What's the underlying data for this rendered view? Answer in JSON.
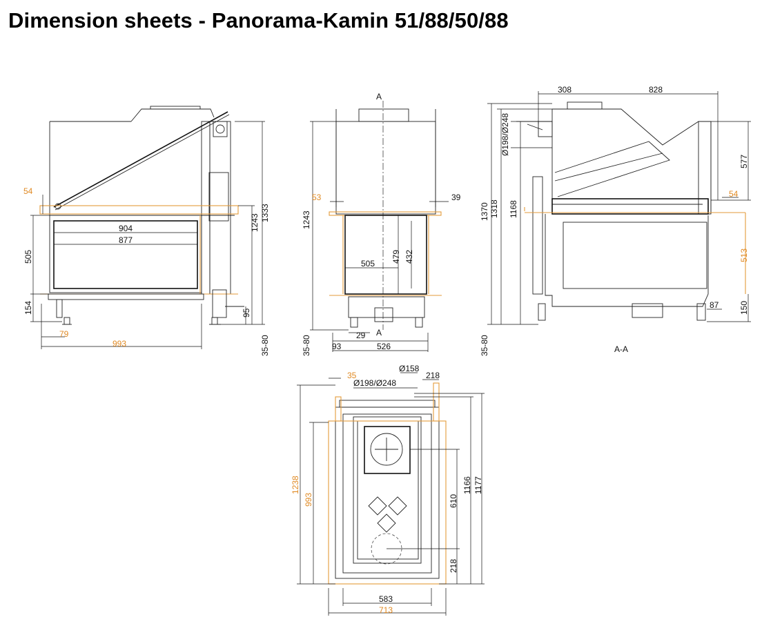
{
  "title": "Dimension sheets - Panorama-Kamin 51/88/50/88",
  "colors": {
    "dimension_line": "#111111",
    "installation_dimension": "#e08a24",
    "outline": "#222222"
  },
  "front_view": {
    "dim_54": "54",
    "dim_904": "904",
    "dim_877": "877",
    "dim_505": "505",
    "dim_154": "154",
    "dim_79": "79",
    "dim_993": "993",
    "dim_95": "95",
    "dim_1243": "1243",
    "dim_1333": "1333",
    "dim_35_80": "35-80"
  },
  "side_view": {
    "section_a_top": "A",
    "section_a_bottom": "A",
    "dim_53": "53",
    "dim_39": "39",
    "dim_1243": "1243",
    "dim_505": "505",
    "dim_479": "479",
    "dim_432": "432",
    "dim_35_80": "35-80",
    "dim_93": "93",
    "dim_29": "29",
    "dim_526": "526"
  },
  "section_view": {
    "dim_308": "308",
    "dim_828": "828",
    "dim_flue": "Ø198/Ø248",
    "dim_1370": "1370",
    "dim_1318": "1318",
    "dim_1168": "1168",
    "dim_577": "577",
    "dim_54": "54",
    "dim_513": "513",
    "dim_87": "87",
    "dim_150": "150",
    "dim_35_80": "35-80",
    "section_label": "A-A"
  },
  "rear_view": {
    "dim_35": "35",
    "dim_158": "Ø158",
    "dim_flue": "Ø198/Ø248",
    "dim_218_top": "218",
    "dim_1238": "1238",
    "dim_993": "993",
    "dim_610": "610",
    "dim_1166": "1166",
    "dim_1177": "1177",
    "dim_218_bottom": "218",
    "dim_583": "583",
    "dim_713": "713"
  }
}
